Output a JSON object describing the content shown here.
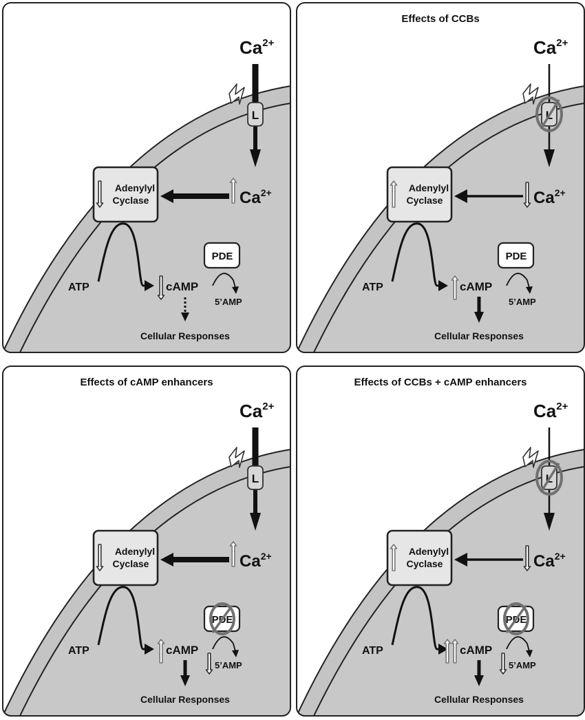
{
  "panels": [
    {
      "title": "",
      "channel_blocked": false,
      "pde_blocked": false,
      "ac_arrow": "down",
      "ca_in_arrow": "up",
      "camp_arrows": [
        "down"
      ],
      "amp_arrow": "none",
      "response": "dotted"
    },
    {
      "title": "Effects of CCBs",
      "channel_blocked": true,
      "pde_blocked": false,
      "ac_arrow": "up",
      "ca_in_arrow": "down",
      "camp_arrows": [
        "up"
      ],
      "amp_arrow": "none",
      "response": "solid"
    },
    {
      "title": "Effects of cAMP enhancers",
      "channel_blocked": false,
      "pde_blocked": true,
      "ac_arrow": "down",
      "ca_in_arrow": "up",
      "camp_arrows": [
        "up"
      ],
      "amp_arrow": "down",
      "response": "solid"
    },
    {
      "title": "Effects of CCBs + cAMP enhancers",
      "channel_blocked": true,
      "pde_blocked": true,
      "ac_arrow": "up",
      "ca_in_arrow": "down",
      "camp_arrows": [
        "up",
        "up"
      ],
      "amp_arrow": "down",
      "response": "solid"
    }
  ],
  "labels": {
    "ca": "Ca",
    "ca_sup": "2+",
    "channel": "L",
    "ac_line1": "Adenylyl",
    "ac_line2": "Cyclase",
    "pde": "PDE",
    "atp": "ATP",
    "camp": "cAMP",
    "amp": "5’AMP",
    "responses": "Cellular Responses"
  },
  "colors": {
    "cytoplasm": "#c8c8c8",
    "membrane": "#c4c4c4",
    "box_fill": "#e6e6e6",
    "box_fill_blocked": "#f2f2f2",
    "block_ring": "#707070",
    "up_arrow_stroke": "#777777",
    "down_arrow_stroke": "#333333"
  }
}
